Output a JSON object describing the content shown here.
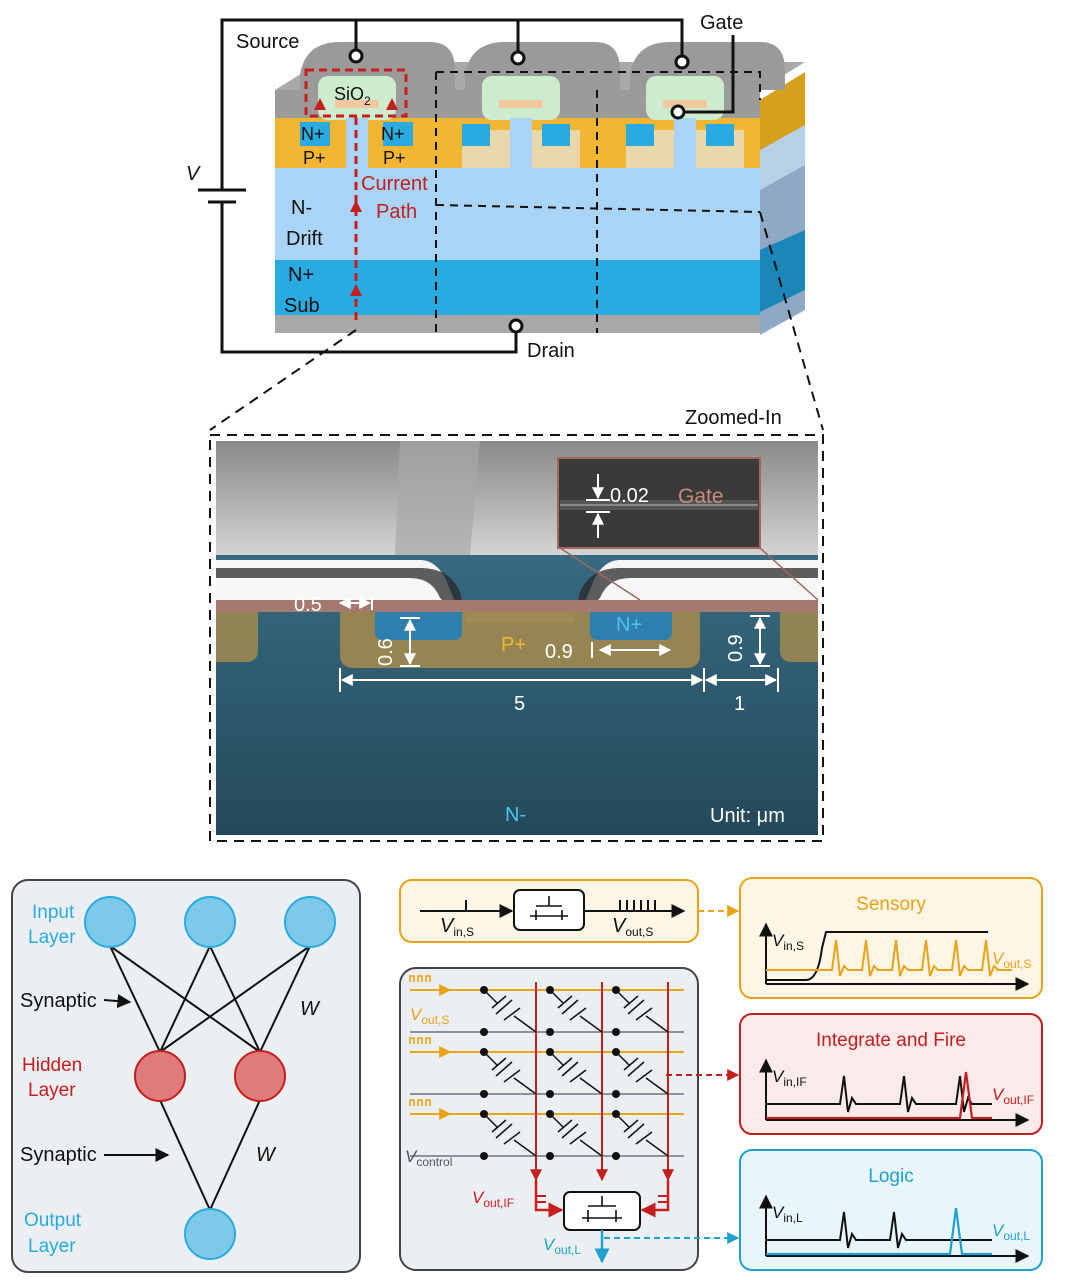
{
  "device": {
    "source": "Source",
    "gate": "Gate",
    "drain": "Drain",
    "voltage": "V",
    "oxide_main": "SiO",
    "oxide_sub": "2",
    "nplus": "N+",
    "pplus": "P+",
    "current_1": "Current",
    "current_2": "Path",
    "drift_1": "N-",
    "drift_2": "Drift",
    "sub_1": "N+",
    "sub_2": "Sub"
  },
  "sem": {
    "zoom_label": "Zoomed-In",
    "gate": "Gate",
    "oxide_thickness": "0.02",
    "dim_05": "0.5",
    "dim_06": "0.6",
    "dim_09_h": "0.9",
    "dim_09_v": "0.9",
    "dim_5": "5",
    "dim_1": "1",
    "pplus": "P+",
    "nplus": "N+",
    "nminus": "N-",
    "unit": "Unit: μm"
  },
  "network": {
    "input_1": "Input",
    "input_2": "Layer",
    "hidden_1": "Hidden",
    "hidden_2": "Layer",
    "output_1": "Output",
    "output_2": "Layer",
    "synaptic_1": "Synaptic",
    "synaptic_2": "Synaptic",
    "w1": "W",
    "w2": "W"
  },
  "circuit": {
    "v_in_s": "V",
    "v_in_s_sub": "in,S",
    "v_out_s": "V",
    "v_out_s_sub": "out,S",
    "v_out_s_arr": "V",
    "v_out_s_arr_sub": "out,S",
    "v_control": "V",
    "v_control_sub": "control",
    "v_out_if": "V",
    "v_out_if_sub": "out,IF",
    "v_out_l": "V",
    "v_out_l_sub": "out,L"
  },
  "panels": {
    "sensory": {
      "title": "Sensory",
      "vin": "V",
      "vin_sub": "in,S",
      "vout": "V",
      "vout_sub": "out,S",
      "color": "#e8a317",
      "bg": "#fdf6e6"
    },
    "integrate": {
      "title": "Integrate and Fire",
      "vin": "V",
      "vin_sub": "in,IF",
      "vout": "V",
      "vout_sub": "out,IF",
      "color": "#c41e1e",
      "bg": "#fbeaea"
    },
    "logic": {
      "title": "Logic",
      "vin": "V",
      "vin_sub": "in,L",
      "vout": "V",
      "vout_sub": "out,L",
      "color": "#1ea0d0",
      "bg": "#e8f6fb"
    }
  },
  "colors": {
    "orange": "#e8a317",
    "red": "#c41e1e",
    "blue": "#1ea0d0",
    "drift": "#a9d4f5",
    "substrate": "#29abe2",
    "pplus": "#f2b632",
    "oxide_green": "#cdeccd"
  }
}
